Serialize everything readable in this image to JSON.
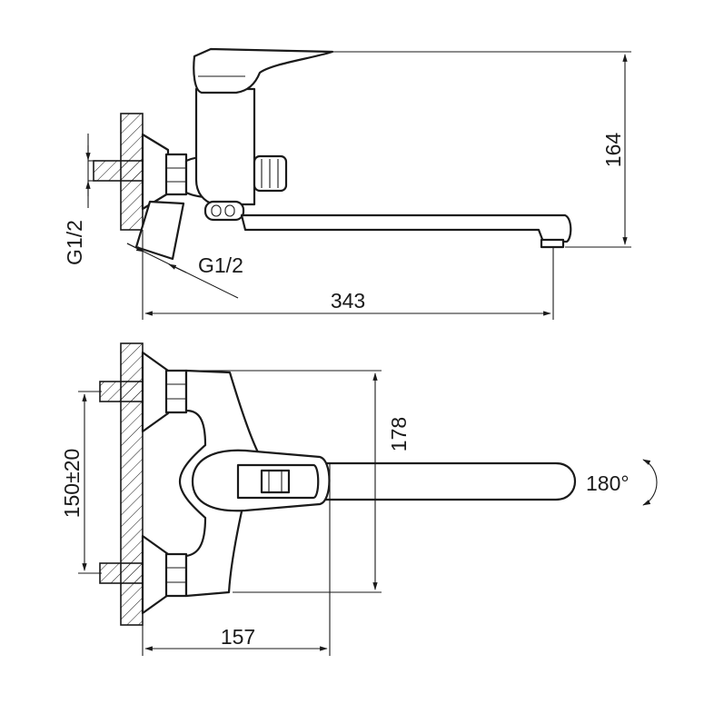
{
  "side_view": {
    "height_label": "164",
    "length_label": "343",
    "inlet_thread_label": "G1/2",
    "outlet_thread_label": "G1/2"
  },
  "top_view": {
    "height_label": "178",
    "center_distance_label": "150±20",
    "projection_label": "157",
    "rotation_label": "180°"
  }
}
